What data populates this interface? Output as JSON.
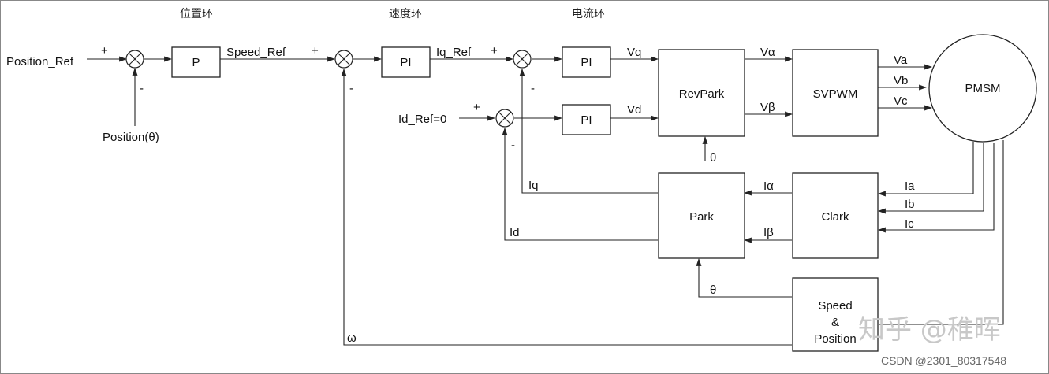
{
  "sections": {
    "position_loop": "位置环",
    "speed_loop": "速度环",
    "current_loop": "电流环"
  },
  "blocks": {
    "p": "P",
    "pi_speed": "PI",
    "pi_q": "PI",
    "pi_d": "PI",
    "revpark": "RevPark",
    "svpwm": "SVPWM",
    "pmsm": "PMSM",
    "park": "Park",
    "clark": "Clark",
    "speed_position_1": "Speed",
    "speed_position_2": "&",
    "speed_position_3": "Position"
  },
  "signals": {
    "position_ref": "Position_Ref",
    "position_theta": "Position(θ)",
    "speed_ref": "Speed_Ref",
    "iq_ref": "Iq_Ref",
    "id_ref": "Id_Ref=0",
    "vq": "Vq",
    "vd": "Vd",
    "valpha": "Vα",
    "vbeta": "Vβ",
    "va": "Va",
    "vb": "Vb",
    "vc": "Vc",
    "theta_rev": "θ",
    "theta_park": "θ",
    "ialpha": "Iα",
    "ibeta": "Iβ",
    "ia": "Ia",
    "ib": "Ib",
    "ic": "Ic",
    "iq": "Iq",
    "id": "Id",
    "omega": "ω"
  },
  "signs": {
    "plus": "+",
    "minus": "-"
  },
  "watermark": "知乎 @稚晖",
  "footer": "CSDN @2301_80317548"
}
